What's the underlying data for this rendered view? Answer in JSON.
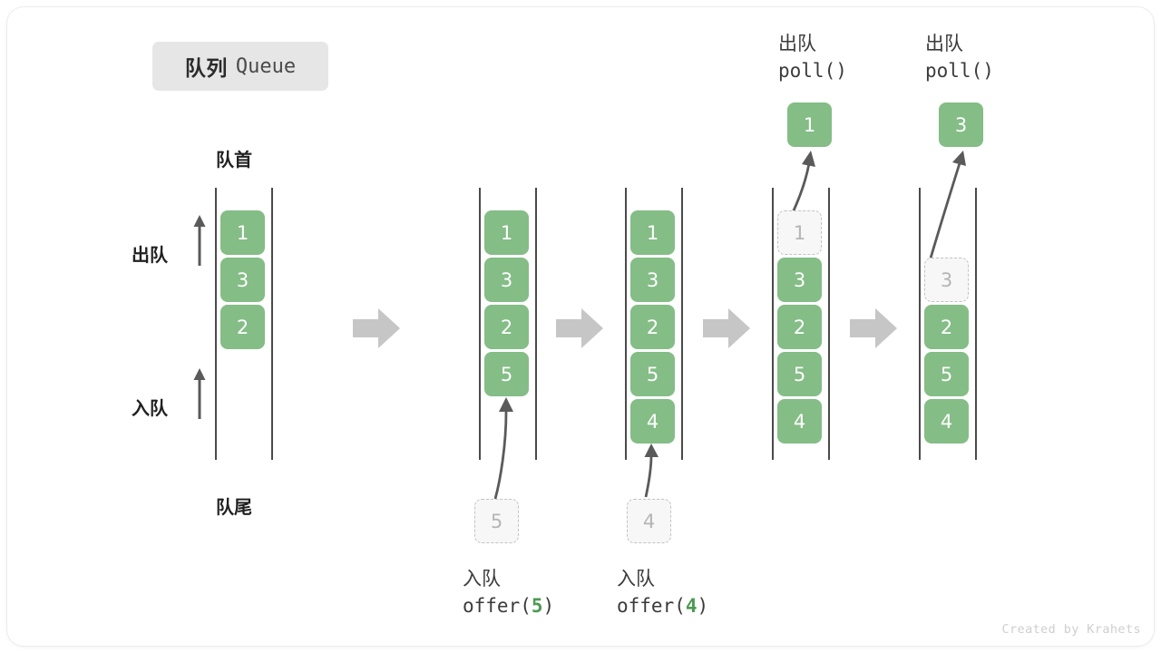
{
  "figure": {
    "title_cn": "队列",
    "title_en": "Queue",
    "watermark": "Created by Krahets"
  },
  "labels": {
    "head": "队首",
    "tail": "队尾",
    "dequeue_cn": "出队",
    "enqueue_cn": "入队"
  },
  "operations": {
    "offer5": {
      "cn": "入队",
      "fn_prefix": "offer(",
      "arg": "5",
      "fn_suffix": ")"
    },
    "offer4": {
      "cn": "入队",
      "fn_prefix": "offer(",
      "arg": "4",
      "fn_suffix": ")"
    },
    "poll1": {
      "cn": "出队",
      "code": "poll()"
    },
    "poll2": {
      "cn": "出队",
      "code": "poll()"
    }
  },
  "stages": [
    {
      "name": "initial",
      "cells": [
        {
          "value": "1",
          "slot": 0,
          "state": "filled"
        },
        {
          "value": "3",
          "slot": 1,
          "state": "filled"
        },
        {
          "value": "2",
          "slot": 2,
          "state": "filled"
        }
      ]
    },
    {
      "name": "after-offer-5",
      "cells": [
        {
          "value": "1",
          "slot": 0,
          "state": "filled"
        },
        {
          "value": "3",
          "slot": 1,
          "state": "filled"
        },
        {
          "value": "2",
          "slot": 2,
          "state": "filled"
        },
        {
          "value": "5",
          "slot": 3,
          "state": "filled"
        }
      ],
      "incoming": {
        "value": "5",
        "state": "ghost"
      }
    },
    {
      "name": "after-offer-4",
      "cells": [
        {
          "value": "1",
          "slot": 0,
          "state": "filled"
        },
        {
          "value": "3",
          "slot": 1,
          "state": "filled"
        },
        {
          "value": "2",
          "slot": 2,
          "state": "filled"
        },
        {
          "value": "5",
          "slot": 3,
          "state": "filled"
        },
        {
          "value": "4",
          "slot": 4,
          "state": "filled"
        }
      ],
      "incoming": {
        "value": "4",
        "state": "ghost"
      }
    },
    {
      "name": "after-poll-1",
      "cells": [
        {
          "value": "1",
          "slot": 0,
          "state": "ghost"
        },
        {
          "value": "3",
          "slot": 1,
          "state": "filled"
        },
        {
          "value": "2",
          "slot": 2,
          "state": "filled"
        },
        {
          "value": "5",
          "slot": 3,
          "state": "filled"
        },
        {
          "value": "4",
          "slot": 4,
          "state": "filled"
        }
      ],
      "outgoing": {
        "value": "1",
        "state": "filled"
      }
    },
    {
      "name": "after-poll-3",
      "cells": [
        {
          "value": "3",
          "slot": 1,
          "state": "ghost"
        },
        {
          "value": "2",
          "slot": 2,
          "state": "filled"
        },
        {
          "value": "5",
          "slot": 3,
          "state": "filled"
        },
        {
          "value": "4",
          "slot": 4,
          "state": "filled"
        }
      ],
      "outgoing": {
        "value": "3",
        "state": "filled"
      }
    }
  ],
  "colors": {
    "cell_fill": "#84bd86",
    "cell_text": "#ffffff",
    "ghost_fill": "#f7f7f7",
    "ghost_border": "#c2c2c2",
    "ghost_text": "#b5b5b5",
    "rail": "#4a4a4a",
    "block_arrow": "#c6c6c6",
    "motion_arrow": "#5a5a5a",
    "accent_green": "#4c9a52"
  }
}
